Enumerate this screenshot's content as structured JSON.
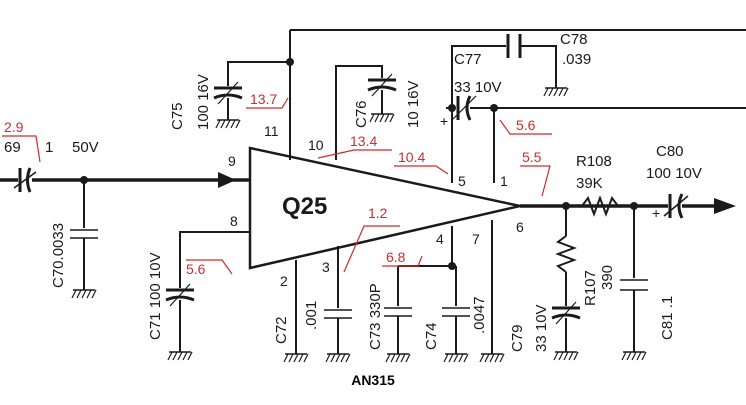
{
  "chip": {
    "name": "Q25",
    "part_number": "AN315"
  },
  "pins": {
    "p1": "1",
    "p2": "2",
    "p3": "3",
    "p4": "4",
    "p5": "5",
    "p6": "6",
    "p7": "7",
    "p8": "8",
    "p9": "9",
    "p10": "10",
    "p11": "11"
  },
  "components": {
    "c70": {
      "name": "C70",
      "value": ".0033"
    },
    "input_cap": {
      "name_fragment": "69",
      "value": "1",
      "voltage": "50V"
    },
    "c71": {
      "name": "C71",
      "value": "100",
      "voltage": "10V"
    },
    "c72": {
      "name": "C72",
      "value": ".001"
    },
    "c73": {
      "name": "C73",
      "value": "330P"
    },
    "c74": {
      "name": "C74",
      "value": ".0047"
    },
    "c75": {
      "name": "C75",
      "value": "100",
      "voltage": "16V"
    },
    "c76": {
      "name": "C76",
      "value": "10",
      "voltage": "16V"
    },
    "c77": {
      "name": "C77",
      "value": "33",
      "voltage": "10V"
    },
    "c78": {
      "name": "C78",
      "value": ".039"
    },
    "c79": {
      "name": "C79",
      "value": "33",
      "voltage": "10V"
    },
    "c80": {
      "name": "C80",
      "value": "100",
      "voltage": "10V"
    },
    "c81": {
      "name": "C81",
      "value": ".1"
    },
    "r107": {
      "name": "R107",
      "value": "390"
    },
    "r108": {
      "name": "R108",
      "value": "39K"
    }
  },
  "voltages": {
    "input": "2.9",
    "pin11": "13.7",
    "pin10": "13.4",
    "pin5": "10.4",
    "pin1": "5.6",
    "pin6": "5.5",
    "pin8": "5.6",
    "pin3": "1.2",
    "pin4": "6.8"
  }
}
